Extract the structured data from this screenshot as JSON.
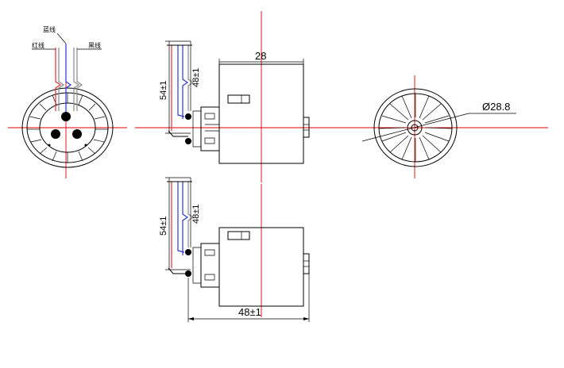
{
  "labels": {
    "blue_wire": "蓝线",
    "red_wire": "红线",
    "black_wire": "黑线"
  },
  "dimensions": {
    "body_length": "28",
    "diameter": "Ø28.8",
    "lead_length_outer": "54±1",
    "lead_length_inner": "48±1",
    "overall_length": "48±1"
  },
  "colors": {
    "center_line": "#e00000",
    "red_wire": "#d33333",
    "blue_wire": "#2438d8",
    "black_wire": "#888888"
  }
}
